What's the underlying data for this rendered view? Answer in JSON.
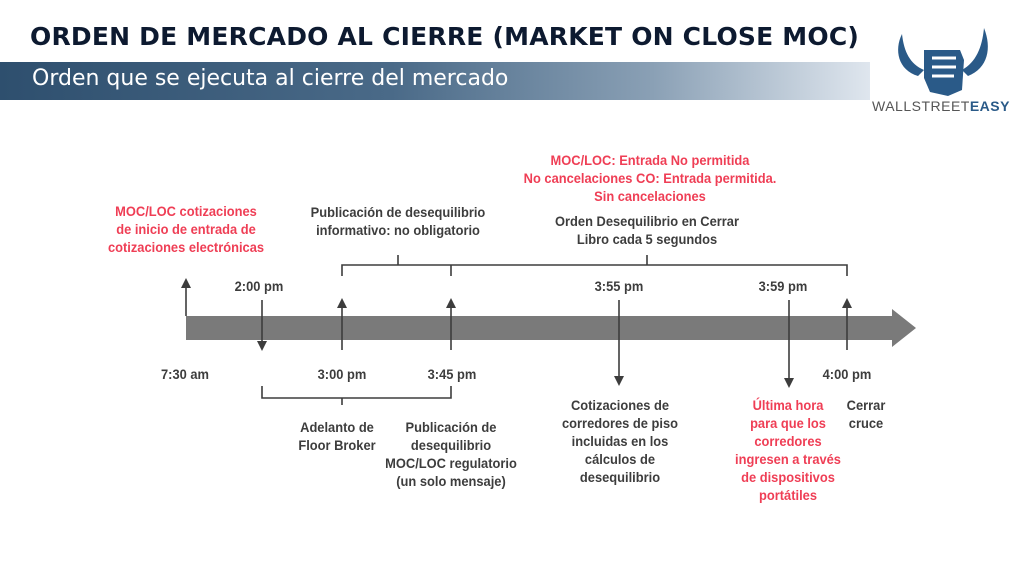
{
  "title": "ORDEN DE MERCADO AL CIERRE (MARKET ON CLOSE MOC)",
  "subtitle": "Orden que se ejecuta al cierre del mercado",
  "logo": {
    "brand_light": "WALLSTREET",
    "brand_bold": "EASY",
    "icon": "bull-fist-icon"
  },
  "colors": {
    "accent_red": "#ef3e55",
    "text_dark": "#3d3d3d",
    "timeline": "#7a7a7a",
    "brand_blue": "#2a5a88"
  },
  "times": {
    "t0730": "7:30 am",
    "t1400": "2:00 pm",
    "t1500": "3:00 pm",
    "t1545": "3:45 pm",
    "t1555": "3:55 pm",
    "t1559": "3:59 pm",
    "t1600": "4:00 pm"
  },
  "events": {
    "moc_loc_quotes": [
      "MOC/LOC cotizaciones",
      "de inicio de entrada de",
      "cotizaciones electrónicas"
    ],
    "informative_pub": [
      "Publicación de desequilibrio",
      "informativo: no obligatorio"
    ],
    "restrictions": [
      "MOC/LOC: Entrada No permitida",
      "No cancelaciones CO: Entrada permitida.",
      "Sin cancelaciones"
    ],
    "imbalance_book": [
      "Orden Desequilibrio en Cerrar",
      "Libro cada 5 segundos"
    ],
    "floor_broker": [
      "Adelanto de",
      "Floor Broker"
    ],
    "regulatory_pub": [
      "Publicación de",
      "desequilibrio",
      "MOC/LOC regulatorio",
      "(un solo mensaje)"
    ],
    "floor_quotes": [
      "Cotizaciones de",
      "corredores de piso",
      "incluidas en los",
      "cálculos de",
      "desequilibrio"
    ],
    "last_hour": [
      "Última hora",
      "para que los",
      "corredores",
      "ingresen a través",
      "de dispositivos",
      "portátiles"
    ],
    "closing_cross": [
      "Cerrar",
      "cruce"
    ]
  }
}
